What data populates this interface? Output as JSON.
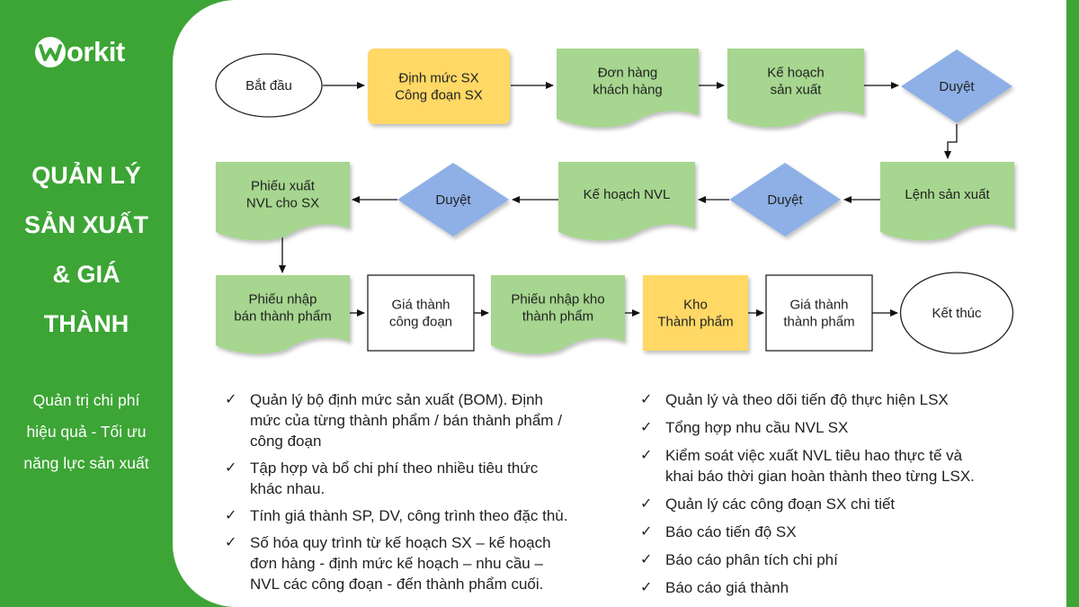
{
  "brand": {
    "logo_text": "orkit",
    "logo_mark": "W"
  },
  "sidebar": {
    "title_lines": [
      "QUẢN LÝ",
      "SẢN XUẤT",
      "& GIÁ",
      "THÀNH"
    ],
    "subtitle_lines": [
      "Quản trị chi phí",
      "hiệu quả - Tối ưu",
      "năng lực sản xuất"
    ]
  },
  "colors": {
    "brand_green": "#3ca535",
    "node_green": "#a6d68f",
    "node_yellow": "#ffd865",
    "node_blue": "#8eb0e6"
  },
  "flowchart": {
    "nodes": [
      {
        "id": "start",
        "lines": [
          "Bắt đầu"
        ]
      },
      {
        "id": "bom",
        "lines": [
          "Định mức SX",
          "Công đoạn SX"
        ]
      },
      {
        "id": "order",
        "lines": [
          "Đơn hàng",
          "khách hàng"
        ]
      },
      {
        "id": "plan",
        "lines": [
          "Kế hoạch",
          "sản xuất"
        ]
      },
      {
        "id": "approve1",
        "lines": [
          "Duyệt"
        ]
      },
      {
        "id": "work_order",
        "lines": [
          "Lệnh sản xuất"
        ]
      },
      {
        "id": "approve2",
        "lines": [
          "Duyệt"
        ]
      },
      {
        "id": "material_plan",
        "lines": [
          "Kế hoạch NVL"
        ]
      },
      {
        "id": "approve3",
        "lines": [
          "Duyệt"
        ]
      },
      {
        "id": "issue_slip",
        "lines": [
          "Phiếu xuất",
          "NVL cho SX"
        ]
      },
      {
        "id": "semi_receipt",
        "lines": [
          "Phiếu nhập",
          "bán thành phẩm"
        ]
      },
      {
        "id": "stage_cost",
        "lines": [
          "Giá thành",
          "công đoạn"
        ]
      },
      {
        "id": "fg_receipt",
        "lines": [
          "Phiếu nhập kho",
          "thành phẩm"
        ]
      },
      {
        "id": "fg_store",
        "lines": [
          "Kho",
          "Thành phẩm"
        ]
      },
      {
        "id": "fg_cost",
        "lines": [
          "Giá thành",
          "thành phẩm"
        ]
      },
      {
        "id": "end",
        "lines": [
          "Kết thúc"
        ]
      }
    ]
  },
  "features_left": [
    {
      "lines": [
        "Quản lý bộ định mức sản xuất (BOM). Định",
        "mức của từng thành phẩm / bán thành phẩm /",
        "công đoạn"
      ]
    },
    {
      "lines": [
        "Tập hợp và bổ chi phí theo nhiều tiêu thức",
        "khác nhau."
      ]
    },
    {
      "lines": [
        "Tính giá thành SP, DV, công trình theo đặc thù."
      ]
    },
    {
      "lines": [
        "Số hóa quy trình từ kế hoạch SX – kế hoạch",
        "đơn hàng - định mức kế hoạch – nhu cầu –",
        "NVL các công đoạn - đến thành phẩm cuối."
      ]
    }
  ],
  "features_right": [
    {
      "lines": [
        "Quản lý và theo dõi tiến độ thực hiện LSX"
      ]
    },
    {
      "lines": [
        "Tổng hợp nhu cầu NVL SX"
      ]
    },
    {
      "lines": [
        "Kiểm soát việc xuất NVL tiêu hao thực tế và",
        "khai báo thời gian hoàn thành theo từng LSX."
      ]
    },
    {
      "lines": [
        "Quản lý các công đoạn SX chi tiết"
      ]
    },
    {
      "lines": [
        "Báo cáo tiến độ SX"
      ]
    },
    {
      "lines": [
        "Báo cáo phân tích chi phí"
      ]
    },
    {
      "lines": [
        "Báo cáo giá thành"
      ]
    }
  ],
  "check_glyph": "✓"
}
